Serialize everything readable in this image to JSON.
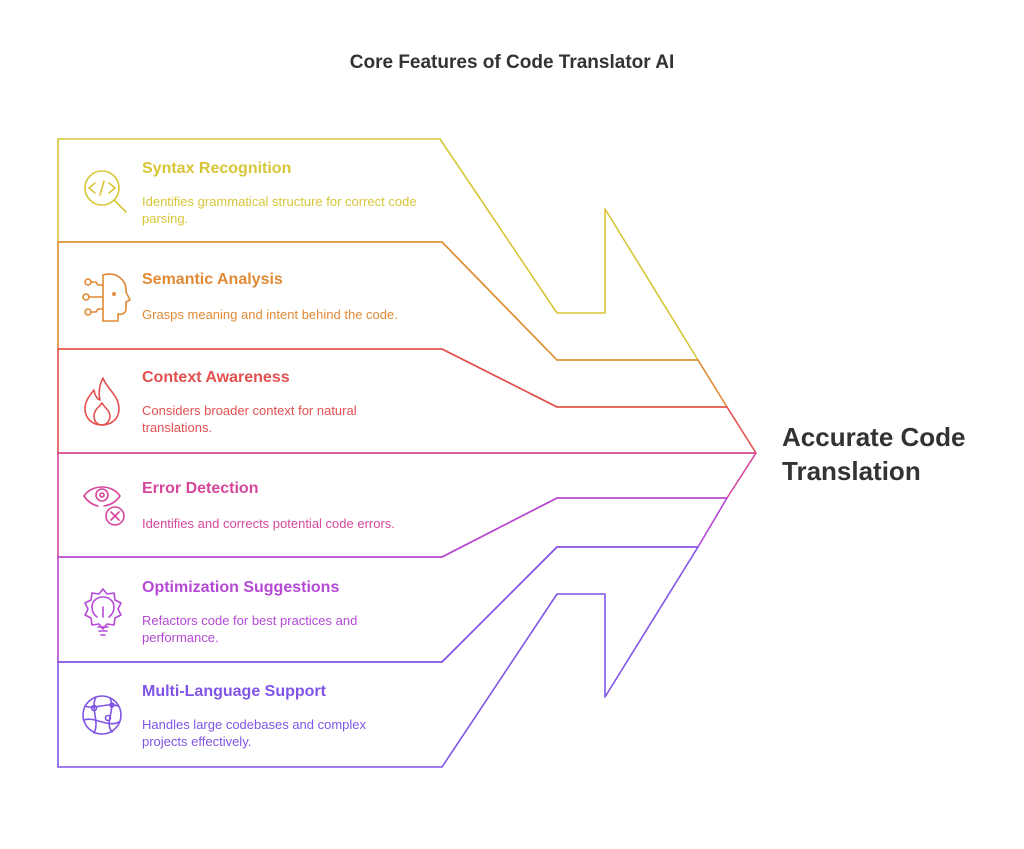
{
  "title": "Core Features of Code Translator AI",
  "result": {
    "line1": "Accurate Code",
    "line2": "Translation"
  },
  "features": [
    {
      "title": "Syntax Recognition",
      "desc": "Identifies grammatical structure for correct code parsing.",
      "color": "#d7c637",
      "icon": "code-search-icon"
    },
    {
      "title": "Semantic Analysis",
      "desc": "Grasps meaning and intent behind the code.",
      "color": "#e08a35",
      "icon": "brain-circuit-head-icon"
    },
    {
      "title": "Context Awareness",
      "desc": "Considers broader context for natural translations.",
      "color": "#e2504f",
      "icon": "flame-icon"
    },
    {
      "title": "Error Detection",
      "desc": "Identifies and corrects potential code errors.",
      "color": "#d6479c",
      "icon": "eye-error-icon"
    },
    {
      "title": "Optimization Suggestions",
      "desc": "Refactors code for best practices and performance.",
      "color": "#b549d6",
      "icon": "lightbulb-gear-icon"
    },
    {
      "title": "Multi-Language Support",
      "desc": "Handles large codebases and complex projects effectively.",
      "color": "#8055e6",
      "icon": "globe-network-icon"
    }
  ]
}
